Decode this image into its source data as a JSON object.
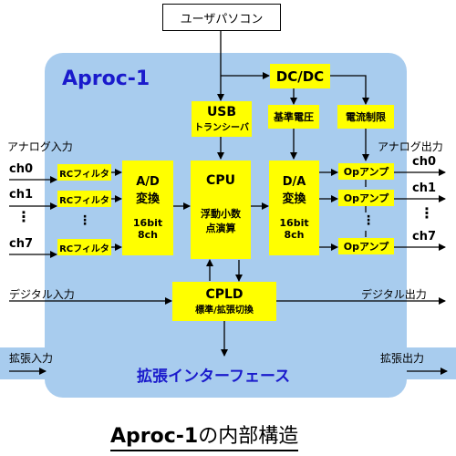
{
  "user_pc": "ユーザパソコン",
  "brand": "Aproc-1",
  "dcdc": "DC/DC",
  "usb": {
    "line1": "USB",
    "line2": "トランシーバ"
  },
  "ref_voltage": "基準電圧",
  "current_limit": "電流制限",
  "analog_in": "アナログ入力",
  "analog_out": "アナログ出力",
  "ch_in": [
    "ch0",
    "ch1",
    "⋮",
    "ch7"
  ],
  "ch_out": [
    "ch0",
    "ch1",
    "⋮",
    "ch7"
  ],
  "rc_filter": "RCフィルタ",
  "opamp": "Opアンプ",
  "vdots": "⋮",
  "ad": {
    "line1": "A/D",
    "line2": "変換",
    "line3": "16bit",
    "line4": "8ch"
  },
  "da": {
    "line1": "D/A",
    "line2": "変換",
    "line3": "16bit",
    "line4": "8ch"
  },
  "cpu": {
    "line1": "CPU",
    "line2": "浮動小数",
    "line3": "点演算"
  },
  "cpld": {
    "line1": "CPLD",
    "line2": "標準/拡張切換"
  },
  "digital_in": "デジタル入力",
  "digital_out": "デジタル出力",
  "ext_in": "拡張入力",
  "ext_out": "拡張出力",
  "ext_interface": "拡張インターフェース",
  "diagram_title": {
    "main": "Aproc-1",
    "suffix": "の内部構造"
  },
  "colors": {
    "board": "#a8ccee",
    "block": "#ffff00",
    "brand": "#1a1acc"
  }
}
